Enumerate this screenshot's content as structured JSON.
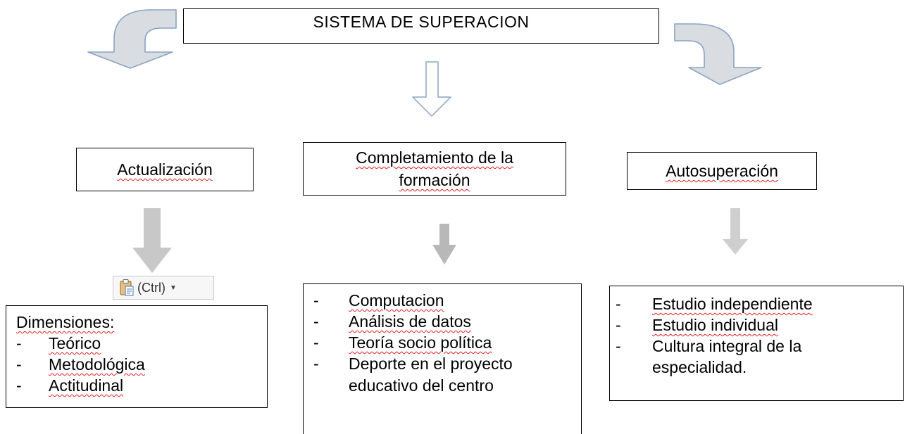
{
  "title": "SISTEMA DE SUPERACION",
  "columns": [
    {
      "heading": "Actualización",
      "list_heading": "Dimensiones:",
      "items": [
        "Teórico",
        "Metodológica",
        "Actitudinal"
      ]
    },
    {
      "heading_line1": "Completamiento de la",
      "heading_line2": "formación",
      "items": [
        "Computacion",
        "Análisis de datos",
        "Teoría socio política",
        "Deporte en el proyecto educativo del centro"
      ]
    },
    {
      "heading": "Autosuperación",
      "items": [
        "Estudio independiente",
        "Estudio individual",
        "Cultura integral de la especialidad."
      ]
    }
  ],
  "paste_options": {
    "label": "(Ctrl)",
    "icon": "clipboard-icon"
  },
  "dash": "-",
  "colors": {
    "arrow_fill": "#d9dde2",
    "arrow_stroke": "#8ba3c1",
    "gray_arrow": "#c8c8c8",
    "squiggle": "#e02020"
  }
}
